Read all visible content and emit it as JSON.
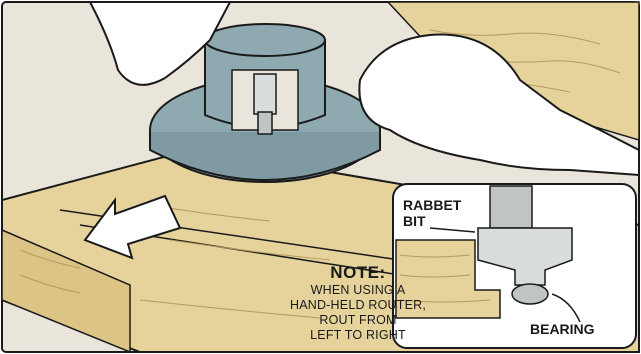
{
  "labels": {
    "rabbet_bit": [
      "RABBET",
      "BIT"
    ],
    "bearing": "BEARING"
  },
  "note": {
    "title": "NOTE:",
    "lines": [
      "WHEN USING A",
      "HAND-HELD ROUTER,",
      "ROUT FROM",
      "LEFT TO RIGHT"
    ]
  },
  "colors": {
    "background": "#e9e5da",
    "router_base": "#8ea9b0",
    "wood": "#e6d39c",
    "ink": "#1a1a1a",
    "arrow": "#ffffff"
  },
  "icons": {
    "direction_arrow": "arrow-right-icon"
  }
}
